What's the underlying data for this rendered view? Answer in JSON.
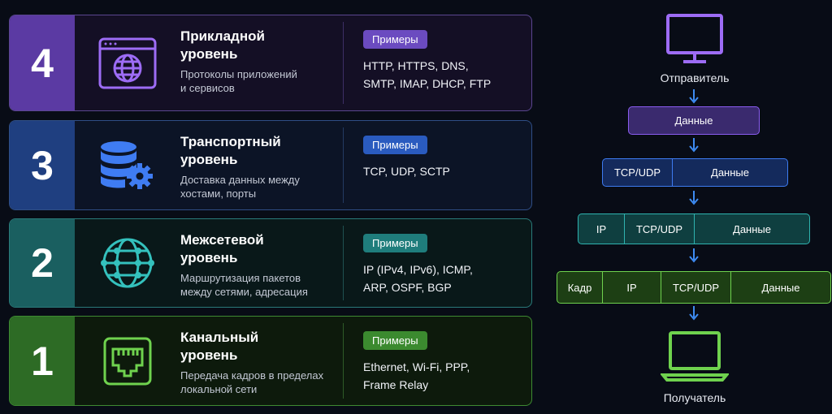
{
  "layers": [
    {
      "number": "4",
      "title": "Прикладной\nуровень",
      "subtitle": "Протоколы приложений\nи сервисов",
      "badge": "Примеры",
      "examples": "HTTP, HTTPS, DNS,\nSMTP, IMAP, DHCP, FTP",
      "icon": "browser-globe-icon",
      "color": "#8a5cf0"
    },
    {
      "number": "3",
      "title": "Транспортный\nуровень",
      "subtitle": "Доставка данных между\nхостами, порты",
      "badge": "Примеры",
      "examples": "TCP, UDP, SCTP",
      "icon": "database-gear-icon",
      "color": "#3d7bf0"
    },
    {
      "number": "2",
      "title": "Межсетевой\nуровень",
      "subtitle": "Маршрутизация пакетов\nмежду сетями, адресация",
      "badge": "Примеры",
      "examples": "IP (IPv4, IPv6), ICMP,\nARP, OSPF, BGP",
      "icon": "network-globe-icon",
      "color": "#2fb3b0"
    },
    {
      "number": "1",
      "title": "Канальный\nуровень",
      "subtitle": "Передача кадров в пределах\nлокальной сети",
      "badge": "Примеры",
      "examples": "Ethernet, Wi-Fi, PPP,\nFrame Relay",
      "icon": "ethernet-port-icon",
      "color": "#6fd24e"
    }
  ],
  "encapsulation": {
    "sender": "Отправитель",
    "receiver": "Получатель",
    "rows": [
      [
        "Данные"
      ],
      [
        "TCP/UDP",
        "Данные"
      ],
      [
        "IP",
        "TCP/UDP",
        "Данные"
      ],
      [
        "Кадр",
        "IP",
        "TCP/UDP",
        "Данные"
      ]
    ]
  }
}
